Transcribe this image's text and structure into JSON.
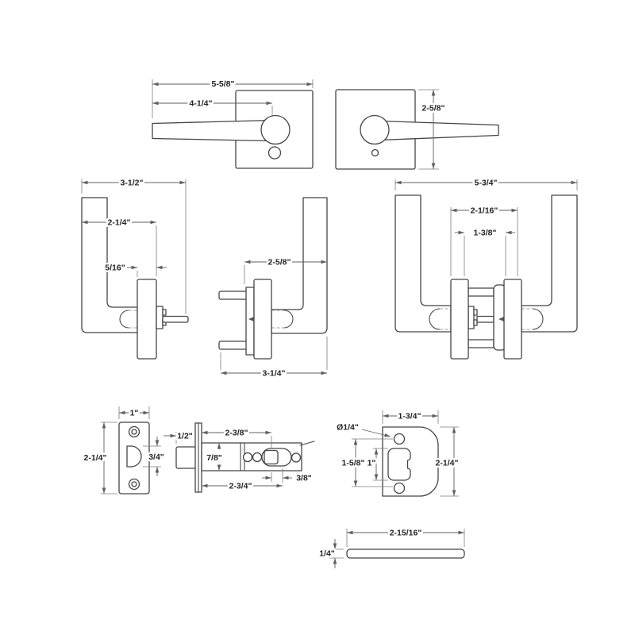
{
  "meta": {
    "title": "door-lever-and-latch-technical-drawing",
    "background": "#ffffff",
    "line_color": "#454545",
    "dim_color": "#5f5f5f",
    "text_color": "#242424"
  },
  "views": {
    "lever_front_left": {
      "name": "lever front view (left hand)",
      "overall": "5-5/8\"",
      "center_dist": "4-1/4\""
    },
    "lever_front_right": {
      "name": "lever front view (right hand)",
      "height": "2-5/8\""
    },
    "lever_side": {
      "name": "lever side view",
      "overall": "3-1/2\"",
      "projection": "2-1/4\"",
      "rose_thickness": "5/16\""
    },
    "lever_side_posts": {
      "name": "lever side view with mounting posts",
      "projection": "2-5/8\"",
      "overall": "3-1/4\""
    },
    "assembly": {
      "name": "assembled trim section",
      "overall": "5-3/4\"",
      "outer_span": "2-1/16\"",
      "inner_span": "1-3/8\""
    },
    "latch_faceplate": {
      "name": "latch faceplate",
      "width": "1\"",
      "height": "2-1/4\"",
      "hole_height": "3/4\""
    },
    "latch_bolt": {
      "name": "latch bolt assembly",
      "throw": "1/2\"",
      "backset_short": "2-3/8\"",
      "diameter": "7/8\"",
      "backset_long": "2-3/4\"",
      "adjustment": "3/8\""
    },
    "strike_plate": {
      "name": "strike plate",
      "screw_hole": "Ø1/4\"",
      "width": "1-3/4\"",
      "hole_spacing": "1-5/8\"",
      "opening_height": "1\"",
      "height": "2-1/4\""
    },
    "strike_edge": {
      "name": "strike plate edge view",
      "length": "2-15/16\"",
      "thickness": "1/4\""
    }
  }
}
